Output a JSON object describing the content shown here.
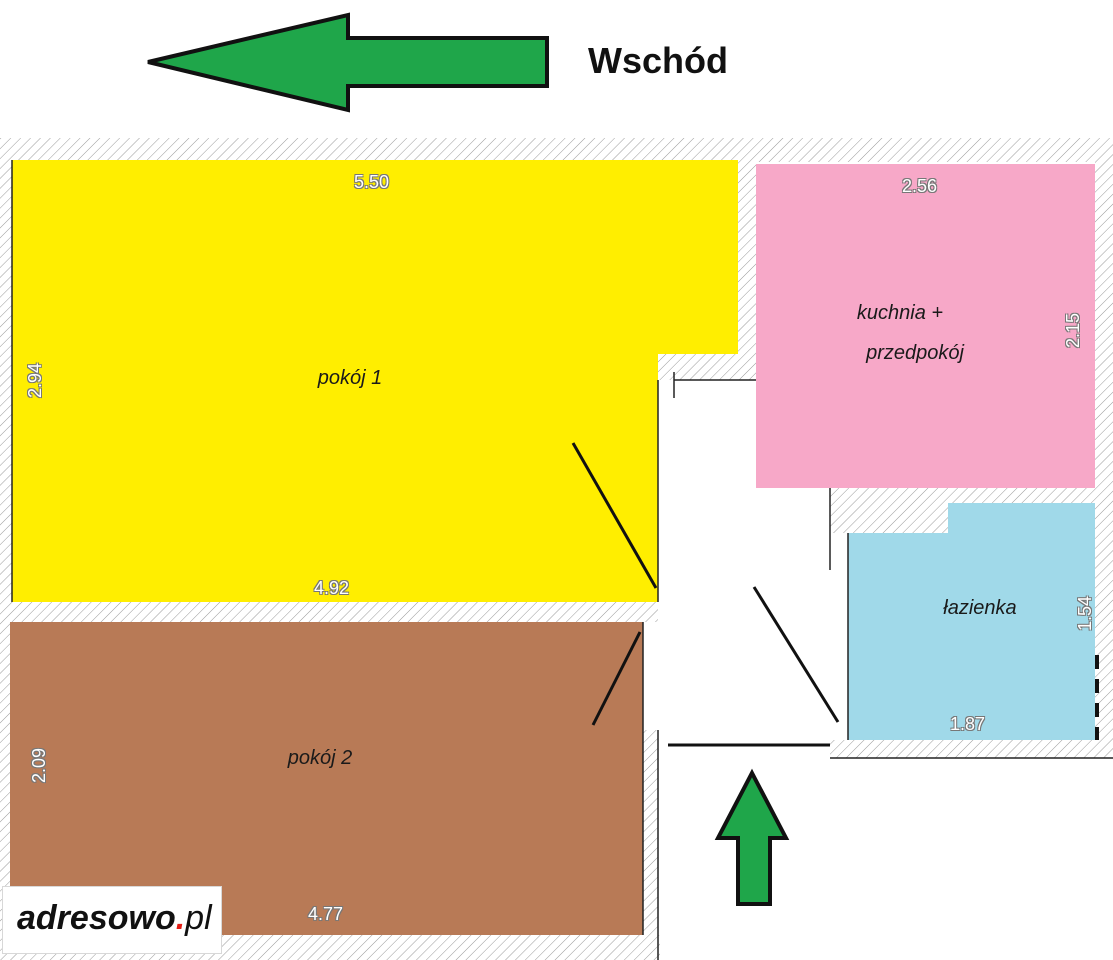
{
  "orientation": {
    "label": "Wschód",
    "arrow_color": "#1fa64a"
  },
  "rooms": [
    {
      "name": "pokój 1",
      "color": "#ffee00",
      "dims": [
        "5.50",
        "4.92",
        "2.94"
      ]
    },
    {
      "name": "pokój 2",
      "color": "#b87a56",
      "dims": [
        "4.77",
        "2.09"
      ]
    },
    {
      "name_line1": "kuchnia +",
      "name_line2": "przedpokój",
      "color": "#f7a8c8",
      "dims": [
        "2.56",
        "2.15"
      ]
    },
    {
      "name": "łazienka",
      "color": "#a0d9e9",
      "dims": [
        "1.87",
        "1.54"
      ]
    }
  ],
  "entrance": {
    "arrow_color": "#1fa64a"
  },
  "logo": {
    "word": "adresowo",
    "dot": ".",
    "tld": "pl"
  }
}
